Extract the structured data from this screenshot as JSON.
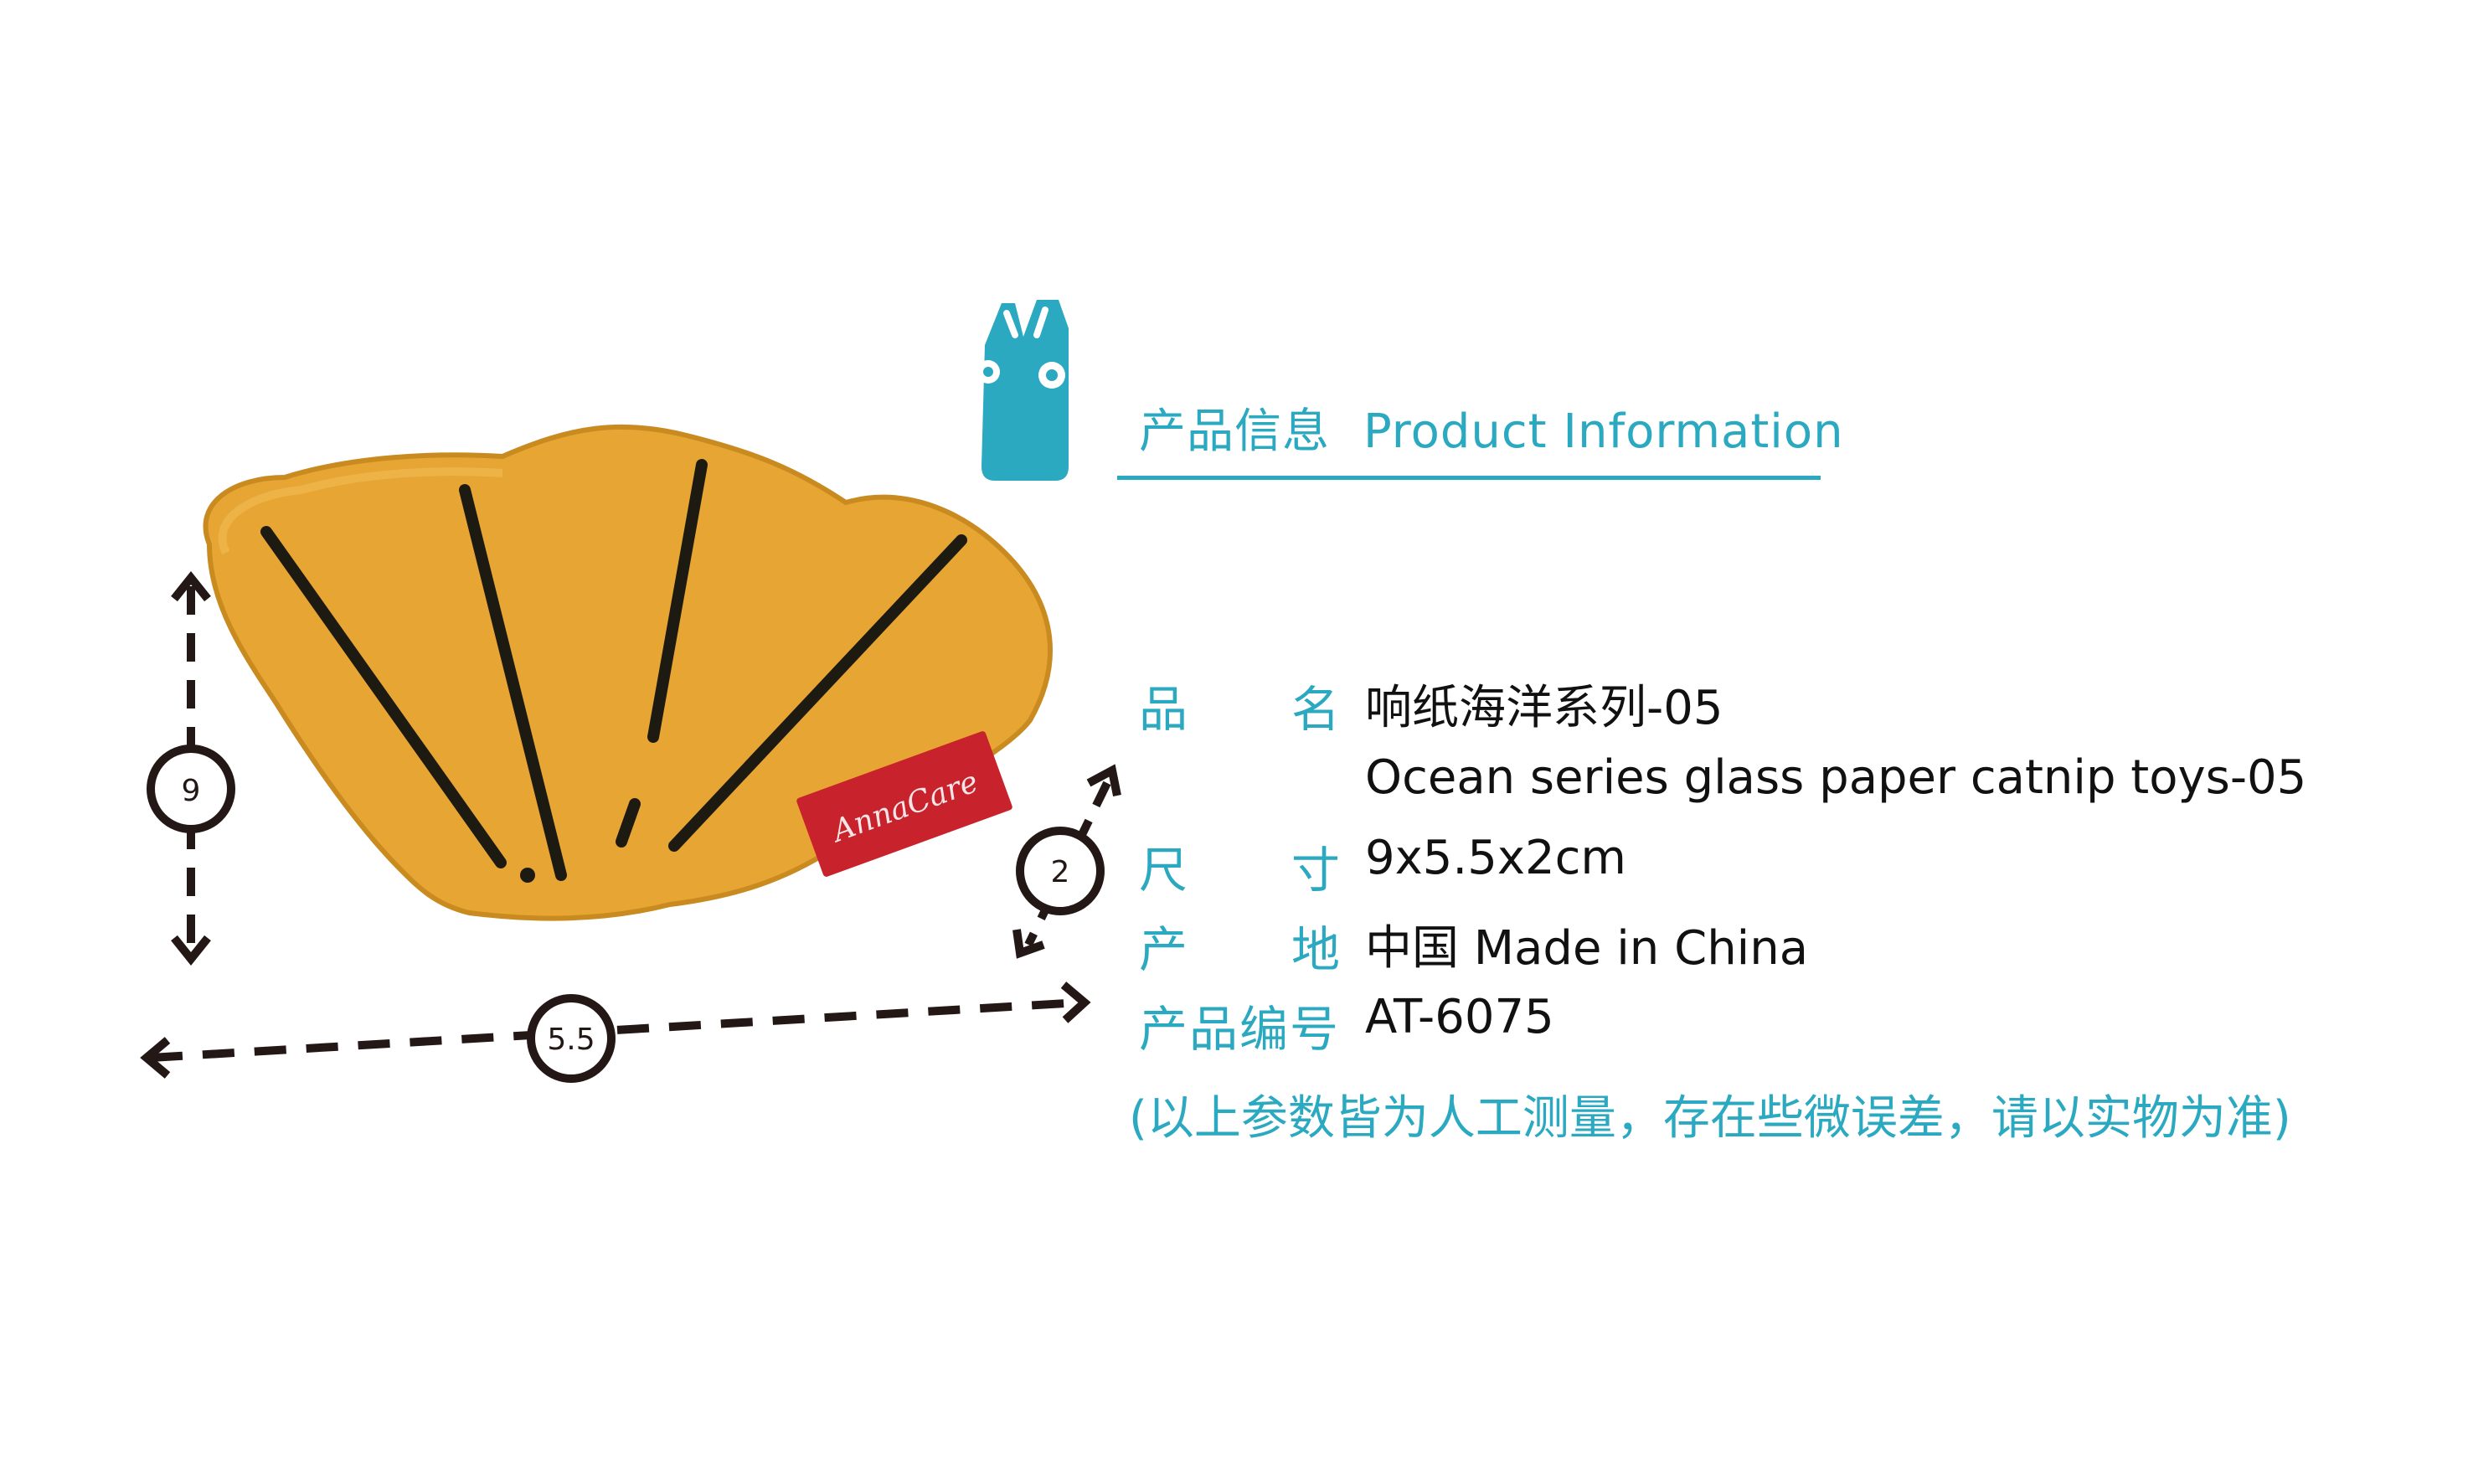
{
  "header": {
    "title_zh": "产品信息",
    "title_en": "Product Information"
  },
  "dimensions_marks": {
    "height": "9",
    "width": "5.5",
    "depth": "2"
  },
  "tag": {
    "brand_text": "AnnaCare"
  },
  "info": {
    "name_label_1": "品",
    "name_label_2": "名",
    "name_value_zh": "响纸海洋系列-05",
    "name_value_en": "Ocean series glass paper catnip toys-05",
    "size_label_1": "尺",
    "size_label_2": "寸",
    "size_value": "9x5.5x2cm",
    "origin_label_1": "产",
    "origin_label_2": "地",
    "origin_value": "中国 Made in China",
    "code_label": "产品编号",
    "code_value": "AT-6075"
  },
  "note": "(以上参数皆为人工测量，存在些微误差，请以实物为准)",
  "colors": {
    "accent": "#2aa9c0",
    "shell": "#e7a533",
    "stripe": "#1d1a12",
    "tag": "#c8232c",
    "dim": "#231815"
  }
}
